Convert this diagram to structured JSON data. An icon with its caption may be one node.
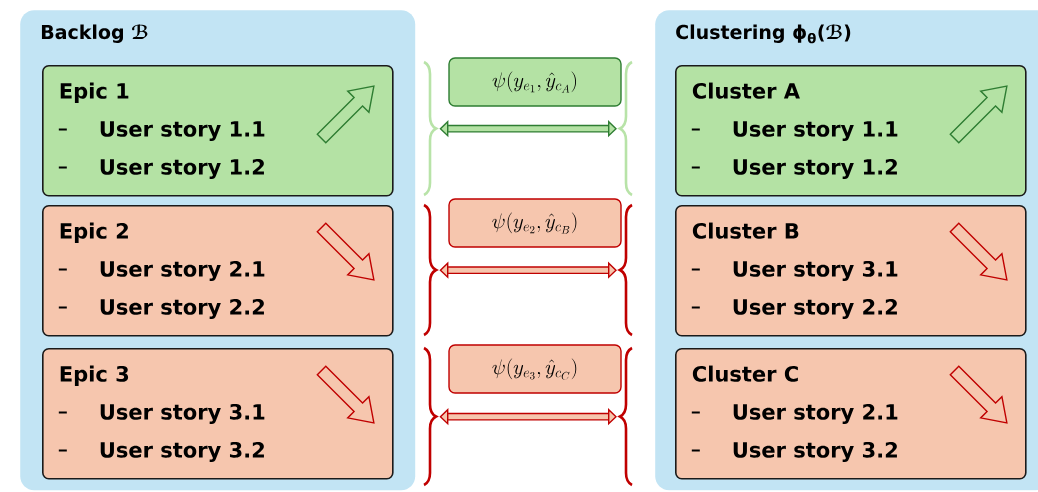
{
  "diagram": {
    "nodes": [
      {
        "text": [
          "Backlog ℬ"
        ]
      },
      {
        "text": [
          "Epic 1",
          "User story 1.1",
          "User story 1.2"
        ],
        "in": 0
      },
      {
        "text": [
          "Epic 2",
          "User story 2.1",
          "User story 2.2"
        ],
        "in": 0
      },
      {
        "text": [
          "Epic 3",
          "User story 3.1",
          "User story 3.2"
        ],
        "in": 0
      },
      {
        "text": [
          "\\psi(y_{e_1},\\hat{y}_{c_A})"
        ]
      },
      {
        "text": [
          "\\psi(y_{e_2},\\hat{y}_{c_B})"
        ]
      },
      {
        "text": [
          "\\psi(y_{e_3},\\hat{y}_{c_C})"
        ]
      },
      {
        "text": [
          "Clustering ϕ$_{θ}$(ℬ)"
        ]
      },
      {
        "text": [
          "Cluster A",
          "User story 1.1",
          "User story 1.2"
        ],
        "in": 7
      },
      {
        "text": [
          "Cluster B",
          "User story 3.1",
          "User story 2.2"
        ],
        "in": 7
      },
      {
        "text": [
          "Cluster C",
          "User story 2.1",
          "User story 3.2"
        ],
        "in": 7
      },
      {
        "text": [],
        "shape": "brace"
      },
      {
        "text": [],
        "shape": "brace"
      },
      {
        "text": [],
        "shape": "brace"
      },
      {
        "text": [],
        "shape": "brace"
      },
      {
        "text": [],
        "shape": "brace"
      },
      {
        "text": [],
        "shape": "brace"
      }
    ],
    "edges": [
      {
        "from": 11,
        "to": 12,
        "arrow": "both",
        "color": "#2e7d32"
      },
      {
        "from": 13,
        "to": 14,
        "arrow": "both"
      },
      {
        "from": 15,
        "to": 16,
        "arrow": "both"
      }
    ]
  }
}
